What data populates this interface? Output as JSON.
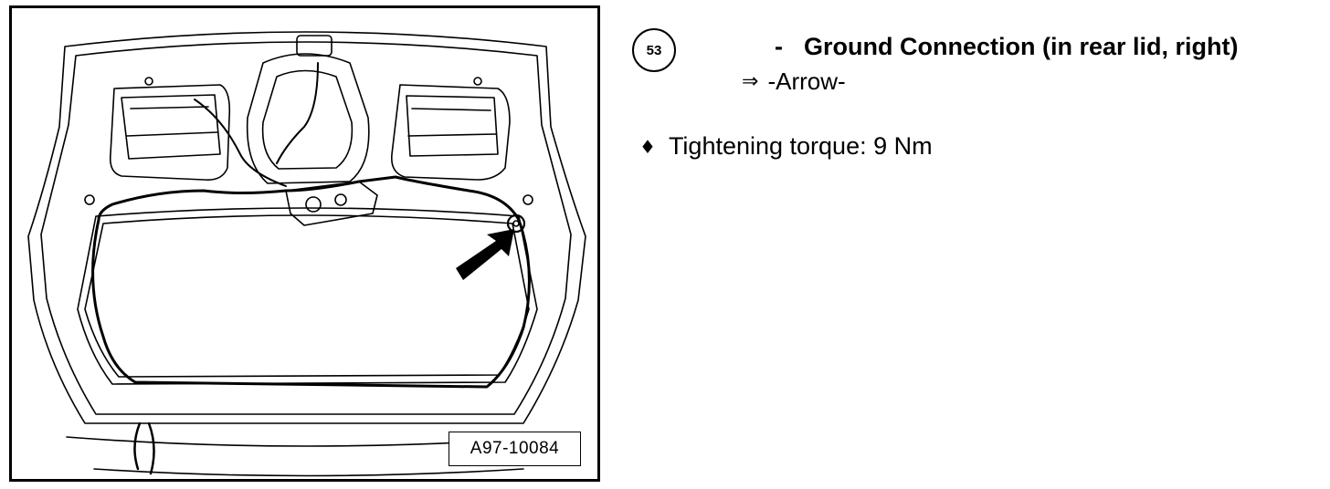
{
  "figure": {
    "label": "A97-10084"
  },
  "step": {
    "number": "53",
    "dash": "-",
    "title": "Ground Connection (in rear lid, right)",
    "reference_arrow_icon": "double-arrow-right-icon",
    "reference_text": "-Arrow-"
  },
  "specs": [
    {
      "bullet_icon": "diamond-bullet-icon",
      "text": "Tightening torque: 9 Nm"
    }
  ],
  "colors": {
    "ink": "#000000",
    "paper": "#ffffff"
  }
}
